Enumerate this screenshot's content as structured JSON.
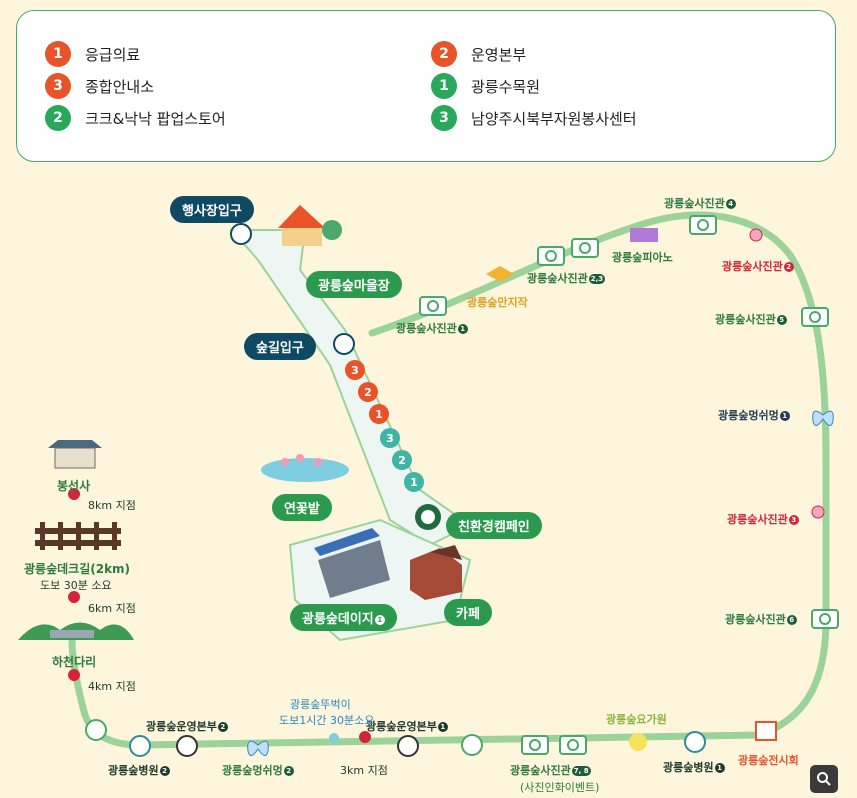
{
  "legend": [
    {
      "num": "1",
      "color": "orange",
      "text": "응급의료"
    },
    {
      "num": "2",
      "color": "orange",
      "text": "운영본부"
    },
    {
      "num": "3",
      "color": "orange",
      "text": "종합안내소"
    },
    {
      "num": "1",
      "color": "green",
      "text": "광릉수목원"
    },
    {
      "num": "2",
      "color": "green",
      "text": "크크&낙낙 팝업스토어"
    },
    {
      "num": "3",
      "color": "green",
      "text": "남양주시북부자원봉사센터"
    }
  ],
  "pills": {
    "event_entrance": "행사장입구",
    "forest_entrance": "숲길입구",
    "village": "광릉숲마을장",
    "lotus": "연꽃밭",
    "campaign": "친환경캠페인",
    "stage": "광릉숲데이지",
    "cafe": "카페"
  },
  "route_badges": [
    "3",
    "2",
    "1",
    "3",
    "2",
    "1"
  ],
  "labels": {
    "photo1": "광릉숲사진관",
    "craft": "광릉숲만지작",
    "photo23": "광릉숲사진관",
    "piano": "광릉숲피아노",
    "photo4": "광릉숲사진관",
    "photo_red2": "광릉숲사진관",
    "photo5": "광릉숲사진관",
    "rest1": "광릉숲멍쉬멍",
    "photo_red3": "광릉숲사진관",
    "photo6": "광릉숲사진관",
    "exhibition": "광릉숲전시회",
    "hospital1": "광릉숲병원",
    "yoga": "광릉숲요가원",
    "photo78": "광릉숲사진관",
    "photo78_sub": "(사진인화이벤트)",
    "hq1": "광릉숲운영본부",
    "walk_title": "광릉숲뚜벅이",
    "walk_sub": "도보1시간 30분소요",
    "km3": "3km 지점",
    "rest2": "광릉숲멍쉬멍",
    "hq2": "광릉숲운영본부",
    "hospital2": "광릉숲병원",
    "bongseonsa": "봉선사",
    "km8": "8km 지점",
    "deck": "광릉숲데크길(2km)",
    "deck_sub": "도보 30분 소요",
    "km6": "6km 지점",
    "hacheon": "하천다리",
    "km4": "4km 지점"
  },
  "suffix": {
    "photo1": "1",
    "photo23": "2,3",
    "photo4": "4",
    "photo_red2": "2",
    "photo5": "5",
    "rest1": "1",
    "photo_red3": "3",
    "photo6": "6",
    "hospital1": "1",
    "photo78": "7, 8",
    "hq1": "1",
    "rest2": "2",
    "hq2": "2",
    "hospital2": "2",
    "stage": "1"
  },
  "colors": {
    "path": "#9bd39a",
    "orange": "#e8532a",
    "green": "#27a85a",
    "teal": "#40b5a6",
    "navy": "#0f4a63"
  }
}
